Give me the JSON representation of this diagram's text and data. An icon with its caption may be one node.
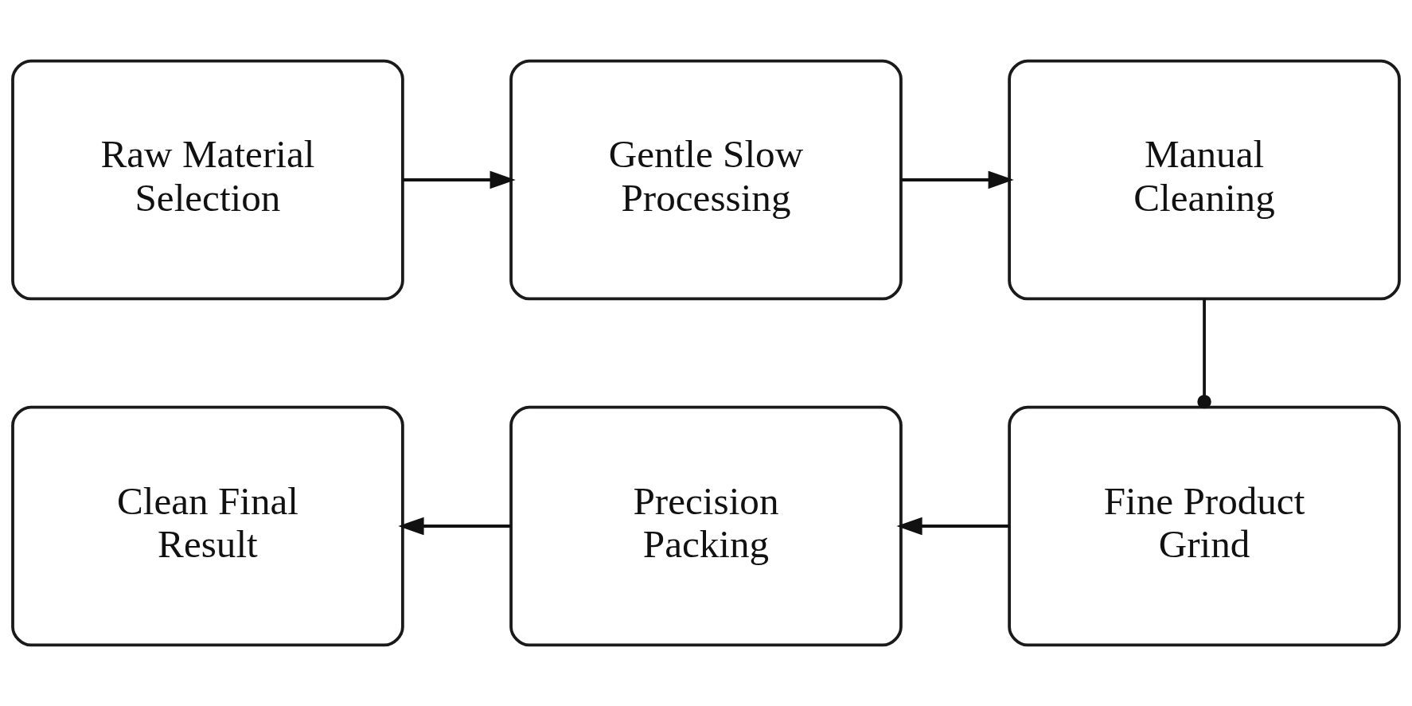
{
  "diagram": {
    "nodes": [
      {
        "text": [
          "Raw Material Selection"
        ]
      },
      {
        "text": [
          "Gentle Slow Processing"
        ]
      },
      {
        "text": [
          "Manual Cleaning"
        ]
      },
      {
        "text": [
          "Clean Final Result"
        ]
      },
      {
        "text": [
          "Precision Packing"
        ]
      },
      {
        "text": [
          "Fine Product Grind"
        ]
      }
    ],
    "edges": [
      {
        "from": 0,
        "to": 1,
        "arrow": "to"
      },
      {
        "from": 1,
        "to": 2,
        "arrow": "to"
      },
      {
        "from": 2,
        "to": 5,
        "arrow": "other"
      },
      {
        "from": 5,
        "to": 4,
        "arrow": "to"
      },
      {
        "from": 4,
        "to": 3,
        "arrow": "to"
      }
    ]
  }
}
